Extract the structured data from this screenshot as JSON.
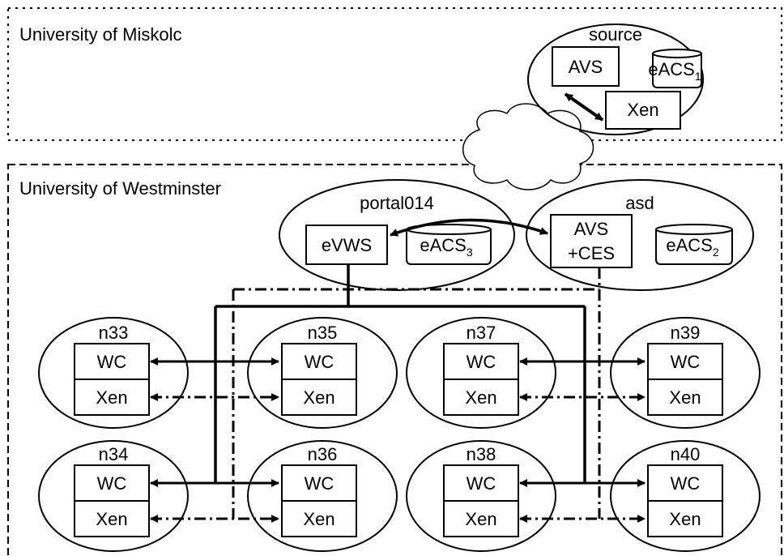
{
  "regions": {
    "miskolc": "University of Miskolc",
    "westminster": "University of Westminster"
  },
  "source": {
    "label": "source",
    "avs": "AVS",
    "xen": "Xen",
    "eacs_base": "eACS",
    "eacs_sub": "1"
  },
  "portal": {
    "label": "portal014",
    "evws": "eVWS",
    "eacs_base": "eACS",
    "eacs_sub": "3"
  },
  "asd": {
    "label": "asd",
    "avs_line1": "AVS",
    "avs_line2": "+CES",
    "eacs_base": "eACS",
    "eacs_sub": "2"
  },
  "nodes": {
    "n33": {
      "label": "n33",
      "wc": "WC",
      "xen": "Xen"
    },
    "n35": {
      "label": "n35",
      "wc": "WC",
      "xen": "Xen"
    },
    "n37": {
      "label": "n37",
      "wc": "WC",
      "xen": "Xen"
    },
    "n39": {
      "label": "n39",
      "wc": "WC",
      "xen": "Xen"
    },
    "n34": {
      "label": "n34",
      "wc": "WC",
      "xen": "Xen"
    },
    "n36": {
      "label": "n36",
      "wc": "WC",
      "xen": "Xen"
    },
    "n38": {
      "label": "n38",
      "wc": "WC",
      "xen": "Xen"
    },
    "n40": {
      "label": "n40",
      "wc": "WC",
      "xen": "Xen"
    }
  }
}
